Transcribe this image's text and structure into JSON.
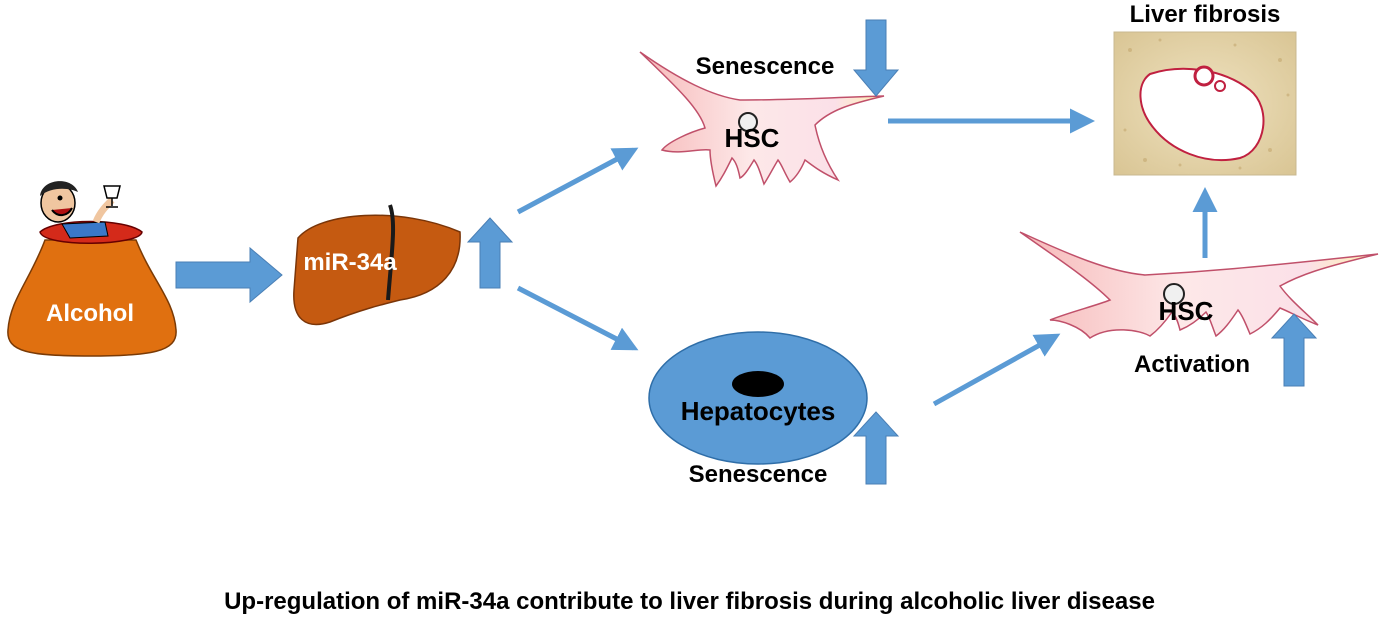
{
  "title": "Liver fibrosis",
  "caption": "Up-regulation of miR-34a contribute to liver fibrosis during alcoholic liver disease",
  "nodes": {
    "alcohol": "Alcohol",
    "mir34a": "miR-34a",
    "hsc_top": "HSC",
    "hsc_right": "HSC",
    "hepatocytes": "Hepatocytes",
    "senescence_top": "Senescence",
    "senescence_bottom": "Senescence",
    "activation": "Activation"
  },
  "colors": {
    "arrow": "#5b9bd5",
    "alcohol_bag": "#e07010",
    "liver": "#c55a11",
    "hepatocyte": "#5b9bd5",
    "hsc_fill": "#f8c8c8",
    "hsc_edge": "#c0506a",
    "tissue": "#e8d8b0",
    "vessel": "#c02040"
  },
  "indicators": {
    "mir34a": "up",
    "hsc_top_senescence": "down",
    "hepatocyte_senescence": "up",
    "hsc_activation": "up"
  }
}
